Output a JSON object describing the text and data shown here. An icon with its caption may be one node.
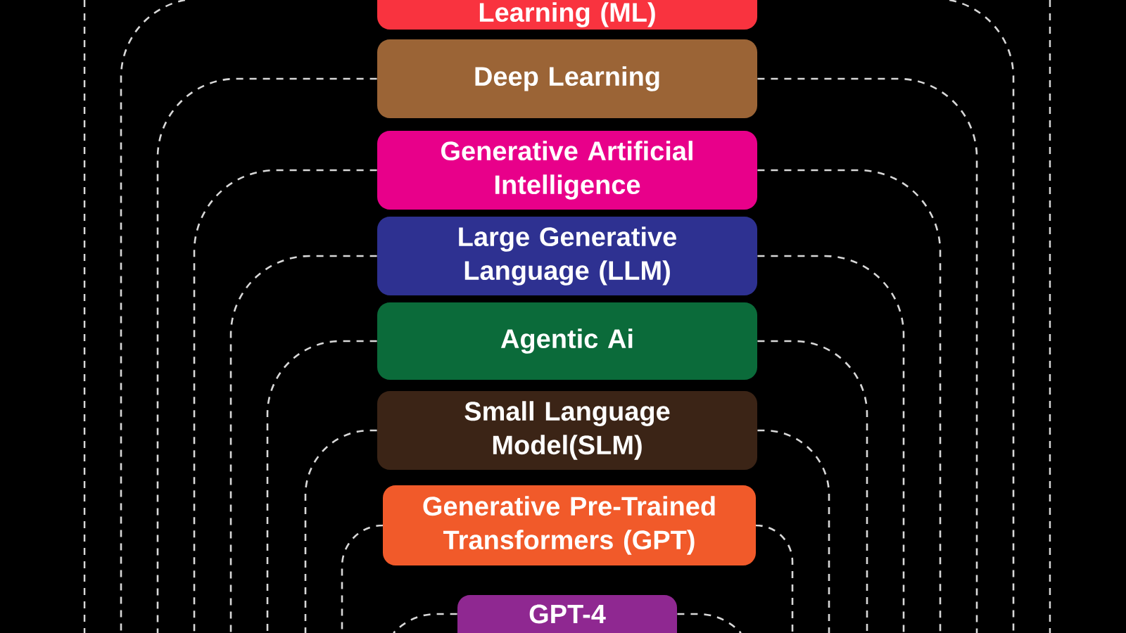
{
  "diagram": {
    "nodes": [
      {
        "text": [
          "Learning (ML)"
        ]
      },
      {
        "text": [
          "Deep Learning"
        ]
      },
      {
        "text": [
          "Generative Artificial Intelligence"
        ]
      },
      {
        "text": [
          "Large Generative Language (LLM)"
        ]
      },
      {
        "text": [
          "Agentic Ai"
        ]
      },
      {
        "text": [
          "Small Language Model(SLM)"
        ]
      },
      {
        "text": [
          "Generative Pre-Trained Transformers (GPT)"
        ]
      },
      {
        "text": [
          "GPT-4"
        ]
      }
    ],
    "edges": [
      {
        "from": 1,
        "to": null,
        "arrow": "none",
        "style": "dashed"
      },
      {
        "from": 1,
        "to": null,
        "arrow": "none",
        "style": "dashed"
      },
      {
        "from": 2,
        "to": null,
        "arrow": "none",
        "style": "dashed"
      },
      {
        "from": 2,
        "to": null,
        "arrow": "none",
        "style": "dashed"
      },
      {
        "from": 3,
        "to": null,
        "arrow": "none",
        "style": "dashed"
      },
      {
        "from": 3,
        "to": null,
        "arrow": "none",
        "style": "dashed"
      },
      {
        "from": 4,
        "to": null,
        "arrow": "none",
        "style": "dashed"
      },
      {
        "from": 4,
        "to": null,
        "arrow": "none",
        "style": "dashed"
      },
      {
        "from": 5,
        "to": null,
        "arrow": "none",
        "style": "dashed"
      },
      {
        "from": 5,
        "to": null,
        "arrow": "none",
        "style": "dashed"
      },
      {
        "from": 6,
        "to": null,
        "arrow": "none",
        "style": "dashed"
      },
      {
        "from": 6,
        "to": null,
        "arrow": "none",
        "style": "dashed"
      },
      {
        "from": 7,
        "to": null,
        "arrow": "none",
        "style": "dashed"
      },
      {
        "from": 7,
        "to": null,
        "arrow": "none",
        "style": "dashed"
      }
    ]
  }
}
